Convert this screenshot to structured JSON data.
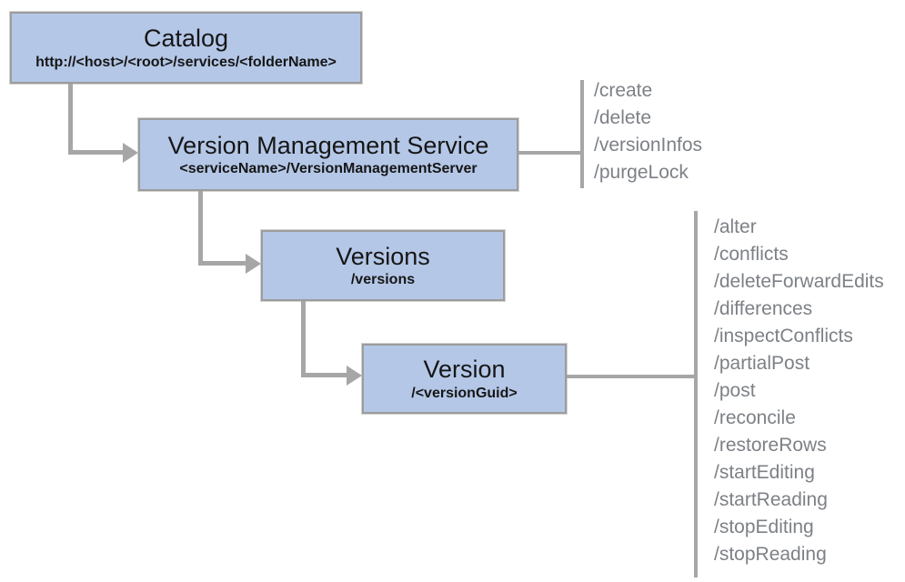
{
  "nodes": [
    {
      "title": "Catalog",
      "subtitle": "http://<host>/<root>/services/<folderName>"
    },
    {
      "title": "Version Management Service",
      "subtitle": "<serviceName>/VersionManagementServer"
    },
    {
      "title": "Versions",
      "subtitle": "/versions"
    },
    {
      "title": "Version",
      "subtitle": "/<versionGuid>"
    }
  ],
  "endpoint_groups": [
    {
      "parent": "Version Management Service",
      "items": [
        "/create",
        "/delete",
        "/versionInfos",
        "/purgeLock"
      ]
    },
    {
      "parent": "Version",
      "items": [
        "/alter",
        "/conflicts",
        "/deleteForwardEdits",
        "/differences",
        "/inspectConflicts",
        "/partialPost",
        "/post",
        "/reconcile",
        "/restoreRows",
        "/startEditing",
        "/startReading",
        "/stopEditing",
        "/stopReading"
      ]
    }
  ],
  "colors": {
    "node_fill": "#b4c7e7",
    "node_border": "#9c9c9c",
    "connector": "#a6a6a6",
    "endpoint_text": "#7d8186",
    "title_text": "#161616"
  }
}
